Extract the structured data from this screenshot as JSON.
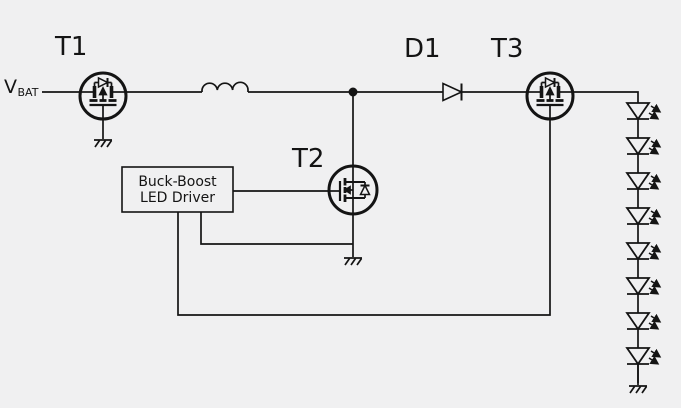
{
  "diagram": {
    "background": "#f0f0f1",
    "line_color": "#141414",
    "labels": {
      "t1": "T1",
      "t2": "T2",
      "t3": "T3",
      "d1": "D1",
      "vbat_main": "V",
      "vbat_sub": "BAT"
    },
    "driver_box": {
      "line1": "Buck-Boost",
      "line2": "LED Driver"
    },
    "leds": {
      "count": 8
    },
    "components": {
      "transistors": [
        "T1",
        "T2",
        "T3"
      ],
      "diode": "D1",
      "has_inductor": true,
      "grounds": 3
    }
  }
}
